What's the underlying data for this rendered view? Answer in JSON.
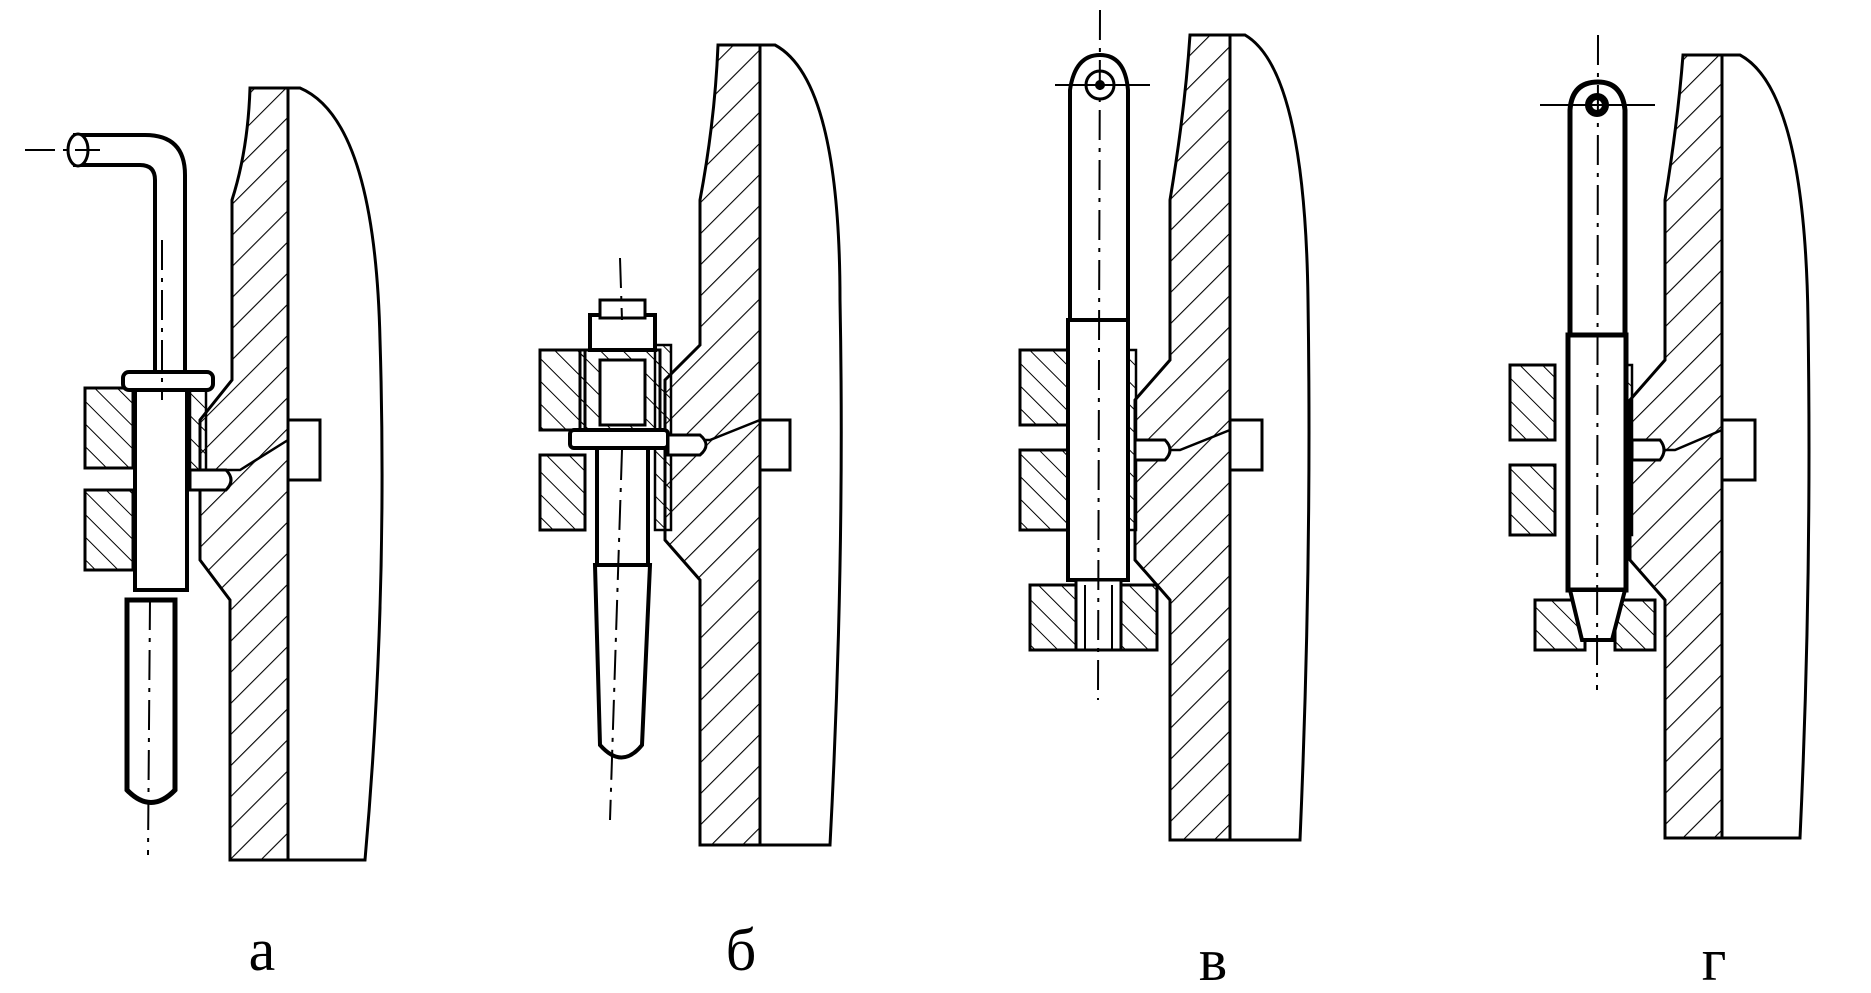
{
  "figure": {
    "variant_labels": [
      "а",
      "б",
      "в",
      "г"
    ],
    "colors": {
      "ink": "#000000",
      "paper": "#ffffff"
    },
    "variants": [
      {
        "id": "a",
        "pin": "bent-l-handle-icon"
      },
      {
        "id": "b",
        "pin": "nut-secured-icon"
      },
      {
        "id": "v",
        "pin": "eye-ring-icon"
      },
      {
        "id": "g",
        "pin": "eye-ring-icon"
      }
    ]
  }
}
